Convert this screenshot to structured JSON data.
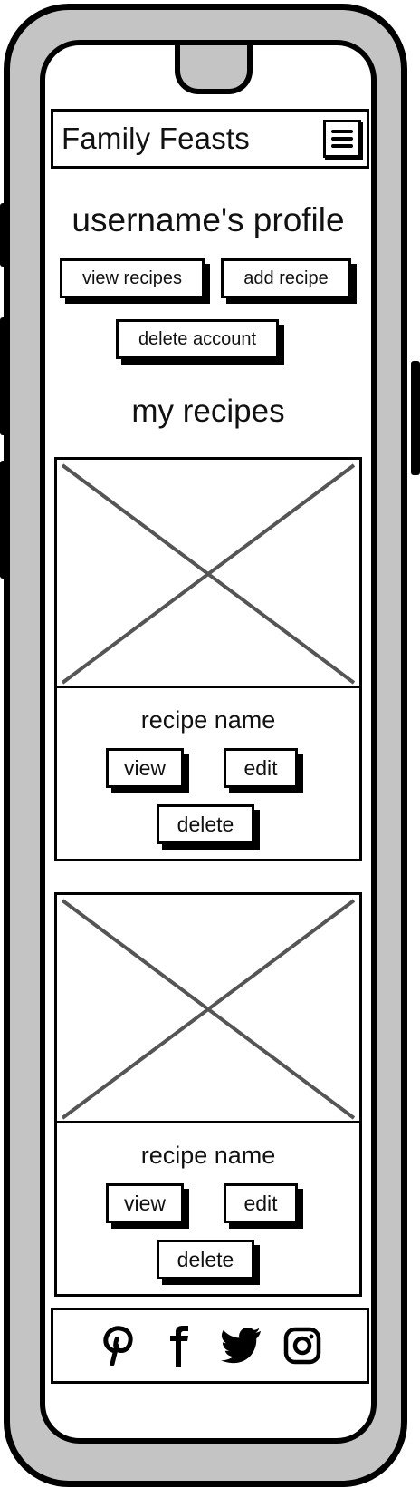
{
  "header": {
    "brand": "Family Feasts",
    "menu_icon": "hamburger-menu-icon"
  },
  "profile": {
    "title": "username's profile",
    "buttons": {
      "view_recipes": "view recipes",
      "add_recipe": "add recipe",
      "delete_account": "delete account"
    }
  },
  "recipes": {
    "title": "my recipes",
    "cards": [
      {
        "name": "recipe name",
        "image_icon": "image-placeholder-icon",
        "view": "view",
        "edit": "edit",
        "delete": "delete"
      },
      {
        "name": "recipe name",
        "image_icon": "image-placeholder-icon",
        "view": "view",
        "edit": "edit",
        "delete": "delete"
      }
    ]
  },
  "footer": {
    "social": [
      "pinterest-icon",
      "facebook-icon",
      "twitter-icon",
      "instagram-icon"
    ]
  },
  "colors": {
    "frame": "#c4c4c4",
    "ink": "#000000",
    "placeholder_line": "#555555",
    "screen": "#ffffff"
  }
}
